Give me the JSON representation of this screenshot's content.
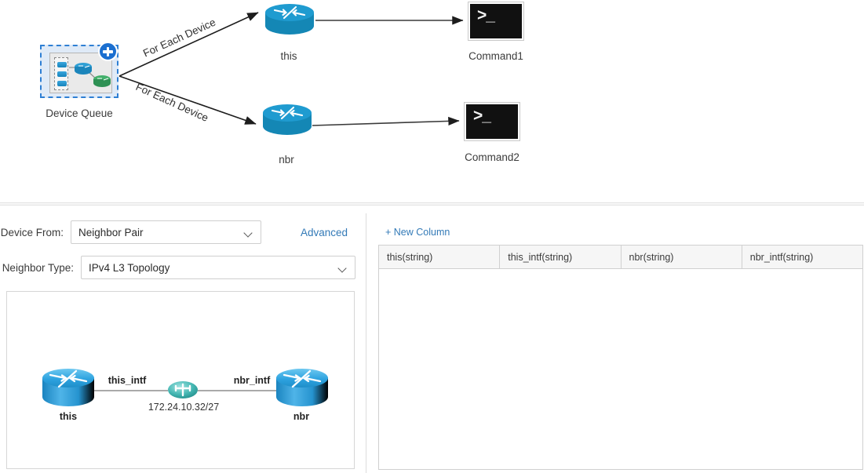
{
  "workflow": {
    "nodes": {
      "device_queue": {
        "label": "Device Queue",
        "icon": "device-queue-icon",
        "badge": "plus-icon"
      },
      "router_this": {
        "label": "this",
        "icon": "router-icon"
      },
      "router_nbr": {
        "label": "nbr",
        "icon": "router-icon"
      },
      "command1": {
        "label": "Command1",
        "icon": "terminal-icon",
        "prompt": ">_"
      },
      "command2": {
        "label": "Command2",
        "icon": "terminal-icon",
        "prompt": ">_"
      }
    },
    "edges": {
      "to_this": "For Each Device",
      "to_nbr": "For Each Device"
    }
  },
  "form": {
    "device_from": {
      "label": "Device From:",
      "value": "Neighbor Pair"
    },
    "neighbor_type": {
      "label": "Neighbor Type:",
      "value": "IPv4 L3 Topology"
    },
    "advanced_link": "Advanced"
  },
  "preview": {
    "this_label": "this",
    "nbr_label": "nbr",
    "this_intf_label": "this_intf",
    "nbr_intf_label": "nbr_intf",
    "subnet_label": "172.24.10.32/27"
  },
  "table": {
    "new_column_link": "+ New Column",
    "columns": [
      "this(string)",
      "this_intf(string)",
      "nbr(string)",
      "nbr_intf(string)"
    ],
    "rows": []
  },
  "colors": {
    "link_blue": "#337ab7",
    "router_blue": "#1b9dd0",
    "queue_border_blue": "#2e7fd4",
    "queue_fill_blue": "#dfeaf7",
    "badge_blue": "#1b6fd0",
    "subnet_teal": "#3bb6b6",
    "terminal_black": "#111111"
  }
}
